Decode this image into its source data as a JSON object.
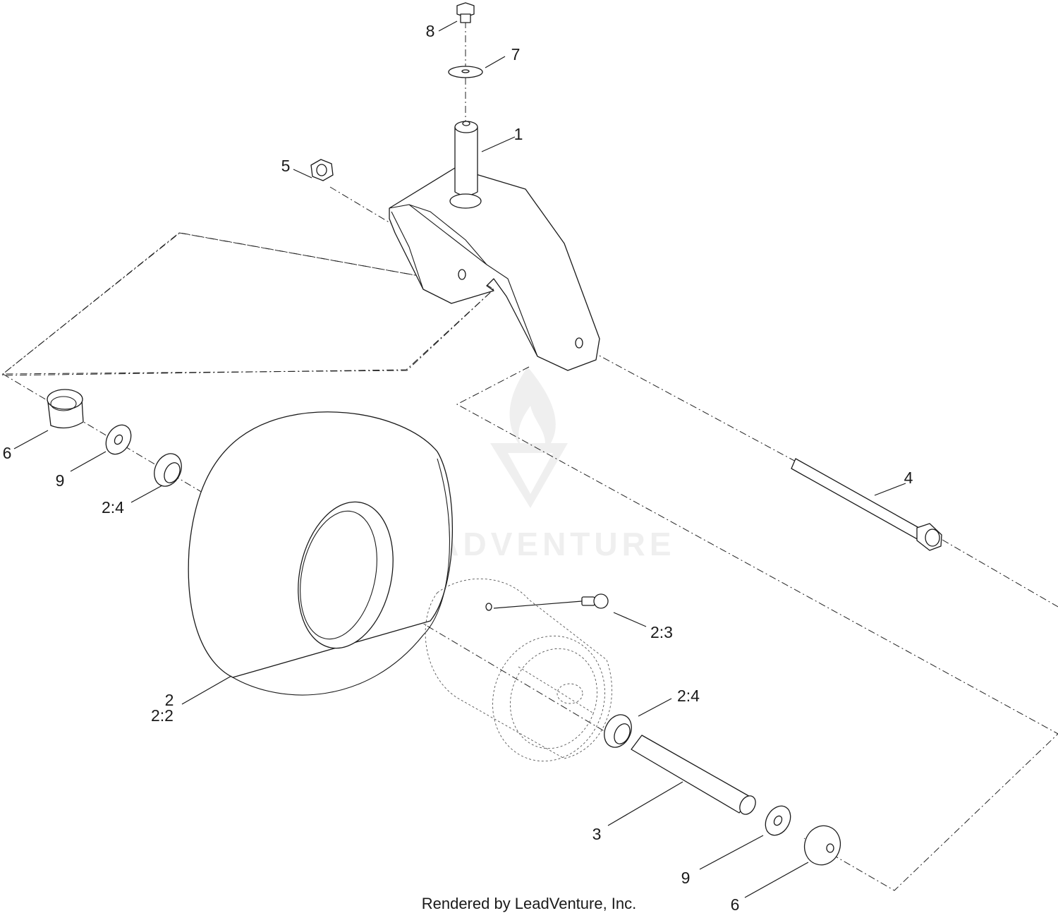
{
  "watermark": {
    "text": "LEADVENTURE",
    "logo_icon": "leadventure-flame-logo-icon"
  },
  "footer": {
    "text": "Rendered by LeadVenture, Inc."
  },
  "callouts": {
    "c8": "8",
    "c7": "7",
    "c1": "1",
    "c5": "5",
    "c4": "4",
    "c6_left": "6",
    "c9_left": "9",
    "c24_left": "2:4",
    "c23": "2:3",
    "c2": "2",
    "c22": "2:2",
    "c24_right": "2:4",
    "c3": "3",
    "c9_right": "9",
    "c6_right": "6"
  }
}
